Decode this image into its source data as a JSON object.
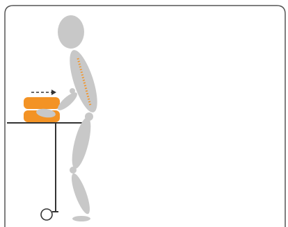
{
  "illustration": {
    "subject": "figure-lifting-box-from-table",
    "colors": {
      "frame_stroke": "#555555",
      "body_fill": "#c8c8c8",
      "accent_orange": "#f39325",
      "spine_dash": "#f39325",
      "table_stroke": "#333333",
      "arrow_stroke": "#333333",
      "background": "#ffffff"
    },
    "icons": {
      "motion_arrow": "dashed-right-arrow",
      "table_wheel": "circle"
    }
  }
}
